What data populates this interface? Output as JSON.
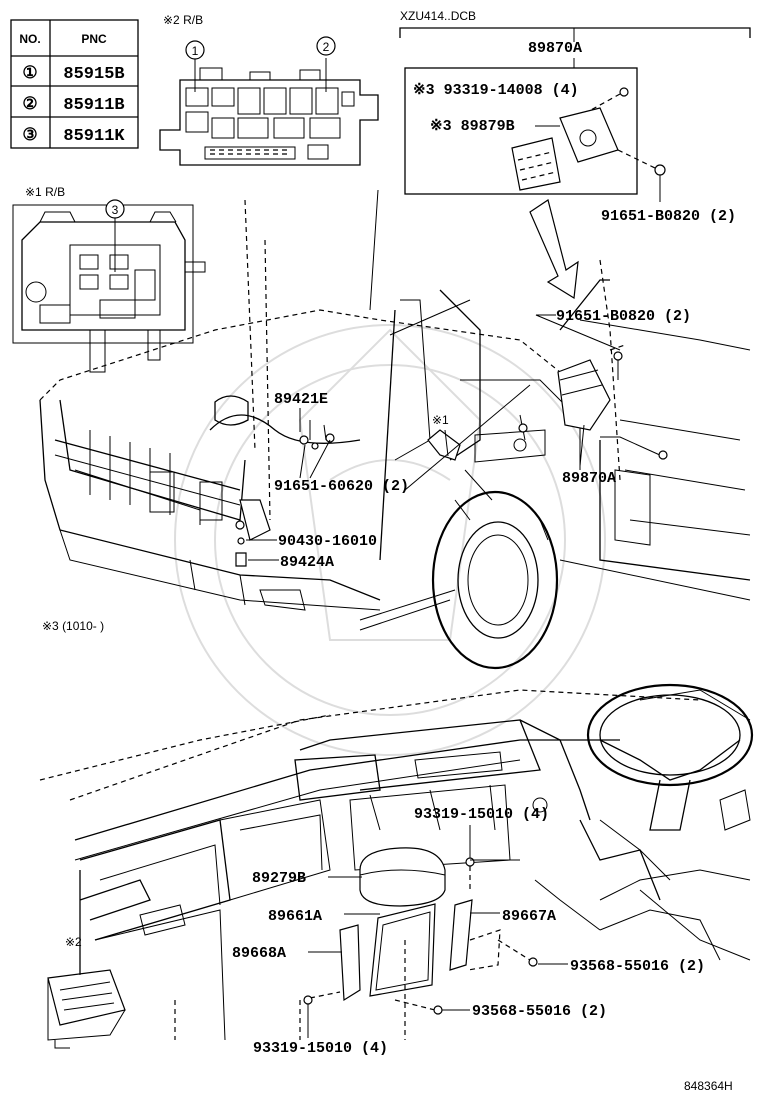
{
  "table": {
    "headers": {
      "no": "NO.",
      "pnc": "PNC"
    },
    "rows": [
      {
        "no": "①",
        "pnc": "85915B"
      },
      {
        "no": "②",
        "pnc": "85911B"
      },
      {
        "no": "③",
        "pnc": "85911K"
      }
    ]
  },
  "insets": {
    "rb2_title": "※2 R/B",
    "rb1_title": "※1 R/B",
    "callout_1": "1",
    "callout_2": "2",
    "callout_3": "3",
    "xzu_title": "XZU414..DCB"
  },
  "labels": {
    "p89870A_top": "89870A",
    "p93319_14008": "※3 93319-14008 (4)",
    "p89879B": "※3 89879B",
    "p91651_B0820_a": "91651-B0820 (2)",
    "p91651_B0820_b": "91651-B0820 (2)",
    "p89421E": "89421E",
    "p91651_60620": "91651-60620 (2)",
    "p90430_16010": "90430-16010",
    "p89424A": "89424A",
    "p89870A": "89870A",
    "mark_1": "※1",
    "note_3": "※3 (1010-     )",
    "p93319_15010_a": "93319-15010 (4)",
    "p89279B": "89279B",
    "p89661A": "89661A",
    "p89667A": "89667A",
    "p89668A": "89668A",
    "p93568_55016_a": "93568-55016 (2)",
    "p93568_55016_b": "93568-55016 (2)",
    "p93319_15010_b": "93319-15010 (4)",
    "mark_2": "※2",
    "diagram_code": "848364H"
  }
}
